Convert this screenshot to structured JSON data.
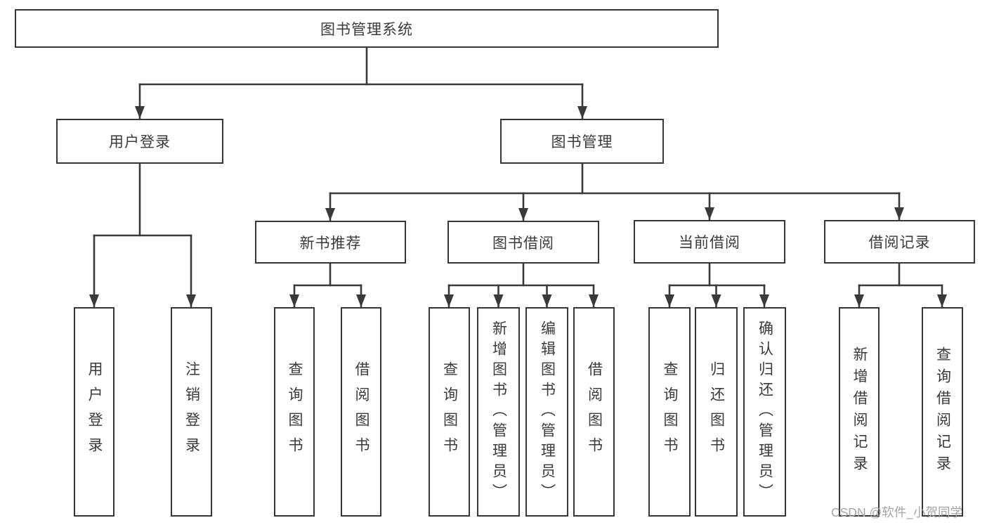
{
  "diagram": {
    "root": {
      "label": "图书管理系统"
    },
    "branches": [
      {
        "label": "用户登录",
        "children": [
          {
            "label": "用户登录"
          },
          {
            "label": "注销登录"
          }
        ]
      },
      {
        "label": "图书管理",
        "children": [
          {
            "label": "新书推荐",
            "children": [
              {
                "label": "查询图书"
              },
              {
                "label": "借阅图书"
              }
            ]
          },
          {
            "label": "图书借阅",
            "children": [
              {
                "label": "查询图书"
              },
              {
                "label": "新增图书（管理员）"
              },
              {
                "label": "编辑图书（管理员）"
              },
              {
                "label": "借阅图书"
              }
            ]
          },
          {
            "label": "当前借阅",
            "children": [
              {
                "label": "查询图书"
              },
              {
                "label": "归还图书"
              },
              {
                "label": "确认归还（管理员）"
              }
            ]
          },
          {
            "label": "借阅记录",
            "children": [
              {
                "label": "新增借阅记录"
              },
              {
                "label": "查询借阅记录"
              }
            ]
          }
        ]
      }
    ]
  },
  "watermark": {
    "text": "CSDN @软件_小贺同学"
  },
  "colors": {
    "line": "#3a3a3a",
    "box_border": "#373737",
    "text": "#3a3a3a",
    "background": "#ffffff",
    "watermark": "#a6a6a6"
  }
}
